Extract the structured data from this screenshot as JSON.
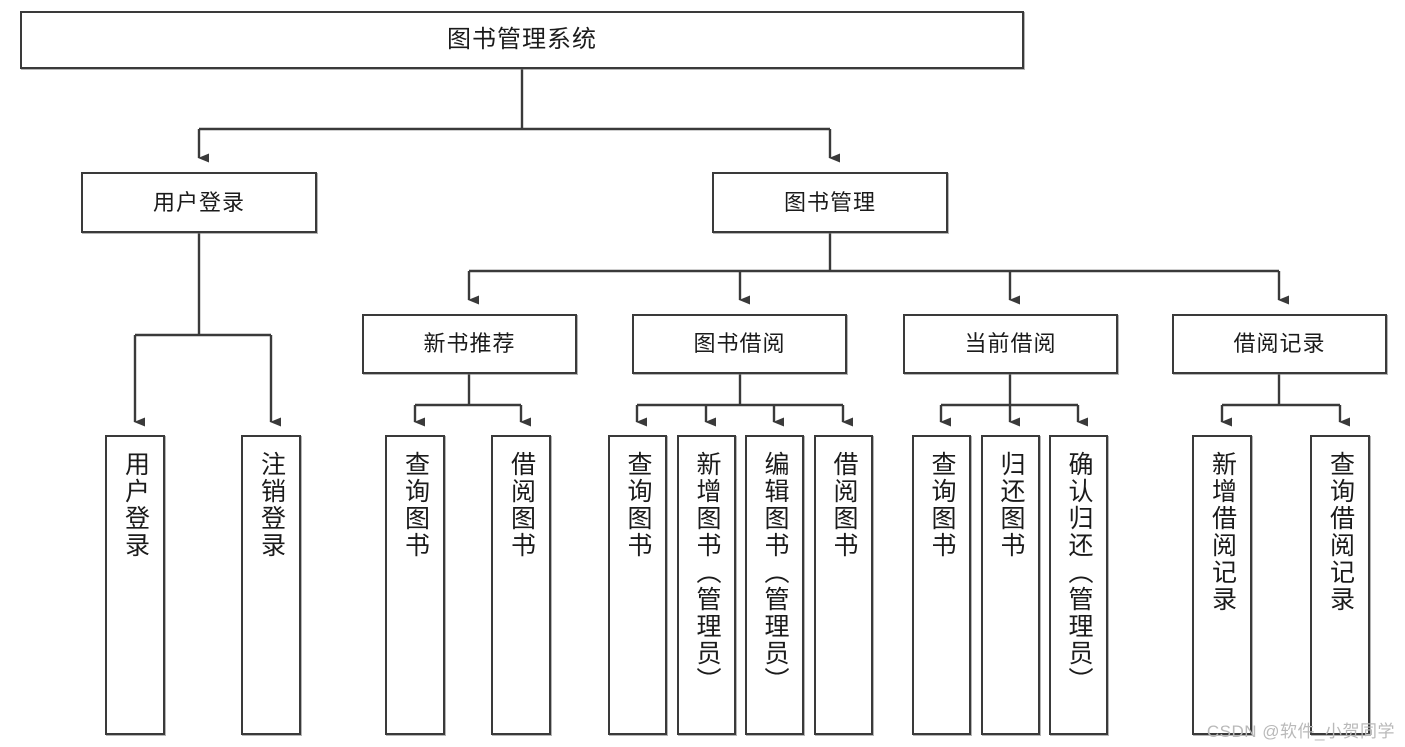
{
  "diagram": {
    "title": "图书管理系统",
    "type": "tree",
    "colors": {
      "box_border": "#3a3a3a",
      "box_fill": "#ffffff",
      "edge": "#3a3a3a",
      "text": "#1b1b1b",
      "watermark": "#b9b9b9"
    },
    "levels": {
      "root": {
        "label": "图书管理系统"
      },
      "level1": [
        {
          "label": "用户登录"
        },
        {
          "label": "图书管理"
        }
      ],
      "level2": [
        {
          "label": "新书推荐"
        },
        {
          "label": "图书借阅"
        },
        {
          "label": "当前借阅"
        },
        {
          "label": "借阅记录"
        }
      ],
      "leaves": {
        "user_login": [
          {
            "label": "用户登录"
          },
          {
            "label": "注销登录"
          }
        ],
        "new_book_recommend": [
          {
            "label": "查询图书"
          },
          {
            "label": "借阅图书"
          }
        ],
        "book_borrow": [
          {
            "label": "查询图书"
          },
          {
            "label": "新增图书（管理员）"
          },
          {
            "label": "编辑图书（管理员）"
          },
          {
            "label": "借阅图书"
          }
        ],
        "current_borrow": [
          {
            "label": "查询图书"
          },
          {
            "label": "归还图书"
          },
          {
            "label": "确认归还（管理员）"
          }
        ],
        "borrow_record": [
          {
            "label": "新增借阅记录"
          },
          {
            "label": "查询借阅记录"
          }
        ]
      }
    },
    "watermark": "CSDN @软件_小贺同学"
  }
}
